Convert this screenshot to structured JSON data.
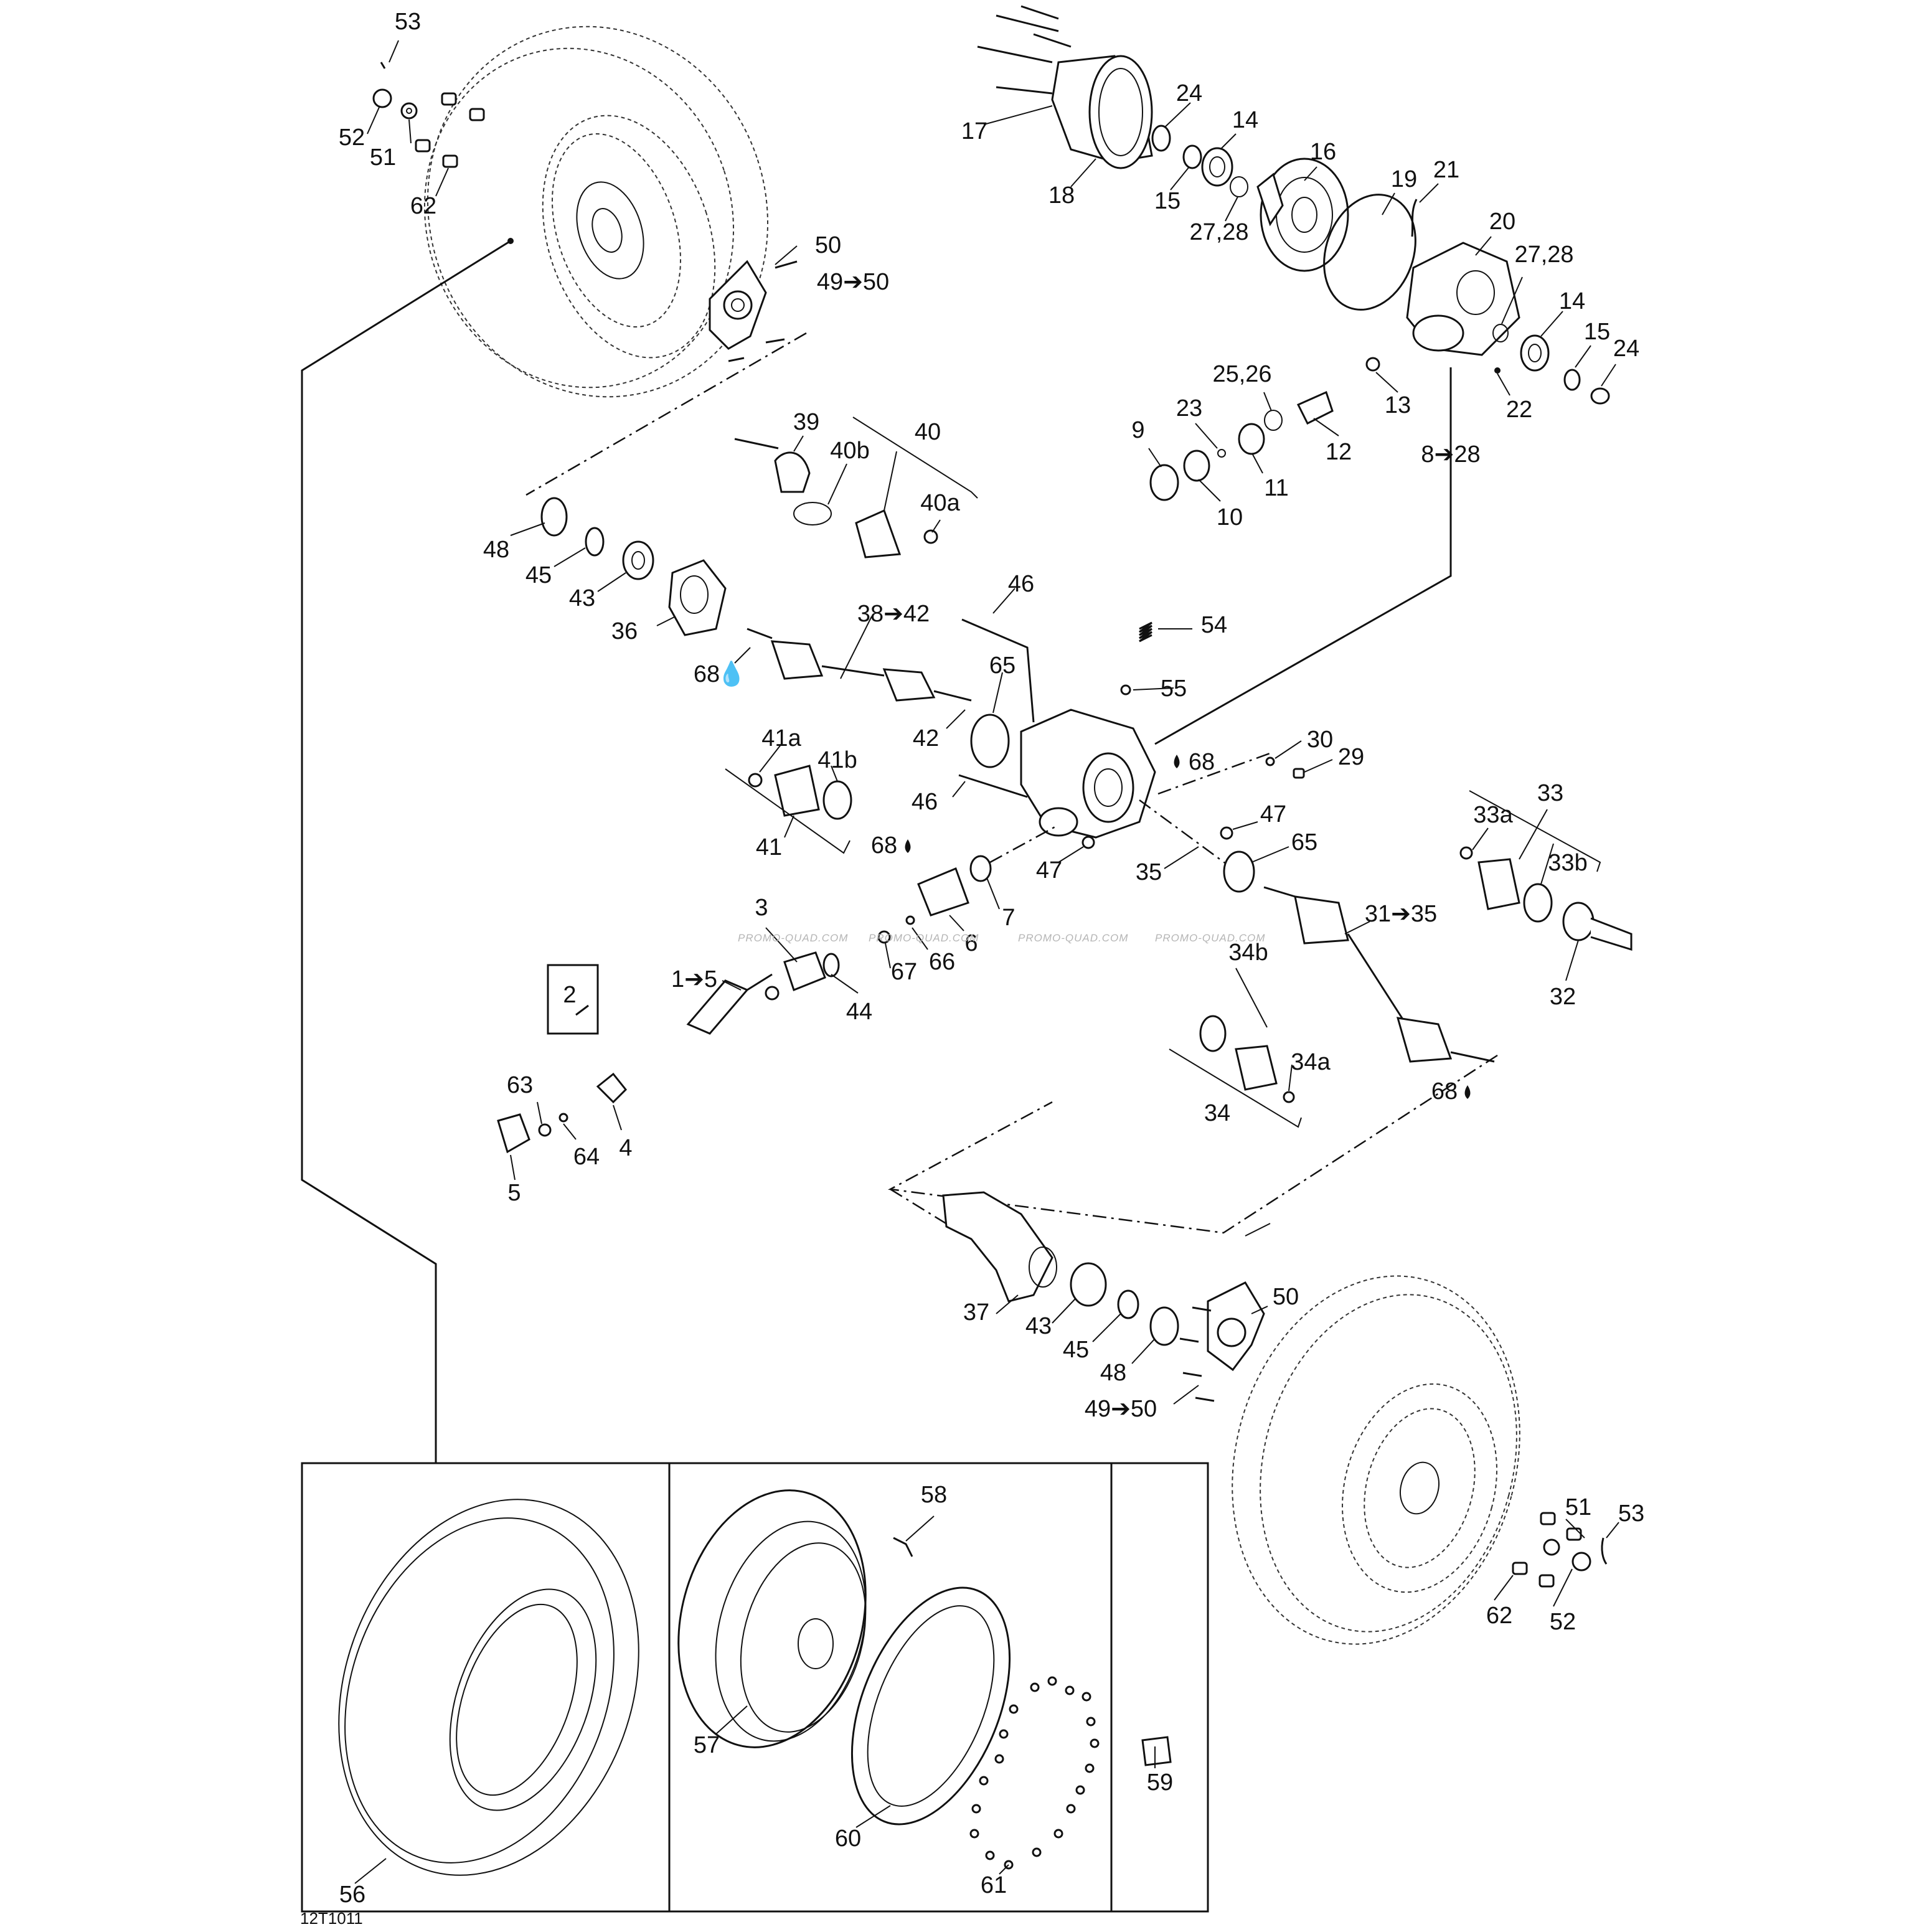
{
  "diagram": {
    "labels": [
      {
        "id": "53-top",
        "text": "53"
      },
      {
        "id": "52-top",
        "text": "52"
      },
      {
        "id": "51-top",
        "text": "51"
      },
      {
        "id": "62-top",
        "text": "62"
      },
      {
        "id": "50-top",
        "text": "50"
      },
      {
        "id": "49-50-top",
        "text": "49➔50"
      },
      {
        "id": "17",
        "text": "17"
      },
      {
        "id": "18",
        "text": "18"
      },
      {
        "id": "24-top",
        "text": "24"
      },
      {
        "id": "14-top",
        "text": "14"
      },
      {
        "id": "15-top",
        "text": "15"
      },
      {
        "id": "16",
        "text": "16"
      },
      {
        "id": "27-28-a",
        "text": "27,28"
      },
      {
        "id": "19",
        "text": "19"
      },
      {
        "id": "21",
        "text": "21"
      },
      {
        "id": "20",
        "text": "20"
      },
      {
        "id": "27-28-b",
        "text": "27,28"
      },
      {
        "id": "14-right",
        "text": "14"
      },
      {
        "id": "15-right",
        "text": "15"
      },
      {
        "id": "24-right",
        "text": "24"
      },
      {
        "id": "22",
        "text": "22"
      },
      {
        "id": "13",
        "text": "13"
      },
      {
        "id": "12",
        "text": "12"
      },
      {
        "id": "25-26",
        "text": "25,26"
      },
      {
        "id": "23",
        "text": "23"
      },
      {
        "id": "9",
        "text": "9"
      },
      {
        "id": "10",
        "text": "10"
      },
      {
        "id": "11",
        "text": "11"
      },
      {
        "id": "8-28",
        "text": "8➔28"
      },
      {
        "id": "39",
        "text": "39"
      },
      {
        "id": "40b",
        "text": "40b"
      },
      {
        "id": "40",
        "text": "40"
      },
      {
        "id": "40a",
        "text": "40a"
      },
      {
        "id": "48-top",
        "text": "48"
      },
      {
        "id": "45-top",
        "text": "45"
      },
      {
        "id": "43-top",
        "text": "43"
      },
      {
        "id": "36",
        "text": "36"
      },
      {
        "id": "68-left",
        "text": "68"
      },
      {
        "id": "38-42",
        "text": "38➔42"
      },
      {
        "id": "46-top",
        "text": "46"
      },
      {
        "id": "54",
        "text": "54"
      },
      {
        "id": "55",
        "text": "55"
      },
      {
        "id": "65-left",
        "text": "65"
      },
      {
        "id": "42",
        "text": "42"
      },
      {
        "id": "68-mid",
        "text": "68"
      },
      {
        "id": "30",
        "text": "30"
      },
      {
        "id": "29",
        "text": "29"
      },
      {
        "id": "41a",
        "text": "41a"
      },
      {
        "id": "41b",
        "text": "41b"
      },
      {
        "id": "46-mid",
        "text": "46"
      },
      {
        "id": "41",
        "text": "41"
      },
      {
        "id": "47-right",
        "text": "47"
      },
      {
        "id": "65-right",
        "text": "65"
      },
      {
        "id": "33",
        "text": "33"
      },
      {
        "id": "33a",
        "text": "33a"
      },
      {
        "id": "33b",
        "text": "33b"
      },
      {
        "id": "68-lower",
        "text": "68"
      },
      {
        "id": "47-left",
        "text": "47"
      },
      {
        "id": "35",
        "text": "35"
      },
      {
        "id": "7",
        "text": "7"
      },
      {
        "id": "31-35",
        "text": "31➔35"
      },
      {
        "id": "6",
        "text": "6"
      },
      {
        "id": "3",
        "text": "3"
      },
      {
        "id": "66",
        "text": "66"
      },
      {
        "id": "67",
        "text": "67"
      },
      {
        "id": "44",
        "text": "44"
      },
      {
        "id": "1-5",
        "text": "1➔5"
      },
      {
        "id": "32",
        "text": "32"
      },
      {
        "id": "34b",
        "text": "34b"
      },
      {
        "id": "2",
        "text": "2"
      },
      {
        "id": "34a",
        "text": "34a"
      },
      {
        "id": "63",
        "text": "63"
      },
      {
        "id": "64",
        "text": "64"
      },
      {
        "id": "4",
        "text": "4"
      },
      {
        "id": "5",
        "text": "5"
      },
      {
        "id": "34",
        "text": "34"
      },
      {
        "id": "68-bottom",
        "text": "68"
      },
      {
        "id": "50-bottom",
        "text": "50"
      },
      {
        "id": "37",
        "text": "37"
      },
      {
        "id": "43-bottom",
        "text": "43"
      },
      {
        "id": "45-bottom",
        "text": "45"
      },
      {
        "id": "48-bottom",
        "text": "48"
      },
      {
        "id": "49-50-bottom",
        "text": "49➔50"
      },
      {
        "id": "58",
        "text": "58"
      },
      {
        "id": "51-bottom",
        "text": "51"
      },
      {
        "id": "53-bottom",
        "text": "53"
      },
      {
        "id": "62-bottom",
        "text": "62"
      },
      {
        "id": "52-bottom",
        "text": "52"
      },
      {
        "id": "57",
        "text": "57"
      },
      {
        "id": "59",
        "text": "59"
      },
      {
        "id": "60",
        "text": "60"
      },
      {
        "id": "56",
        "text": "56"
      },
      {
        "id": "61",
        "text": "61"
      }
    ],
    "watermarks": [
      "PROMO-QUAD.COM",
      "PROMO-QUAD.COM",
      "PROMO-QUAD.COM",
      "PROMO-QUAD.COM"
    ],
    "drawing_code": "12T1011"
  }
}
